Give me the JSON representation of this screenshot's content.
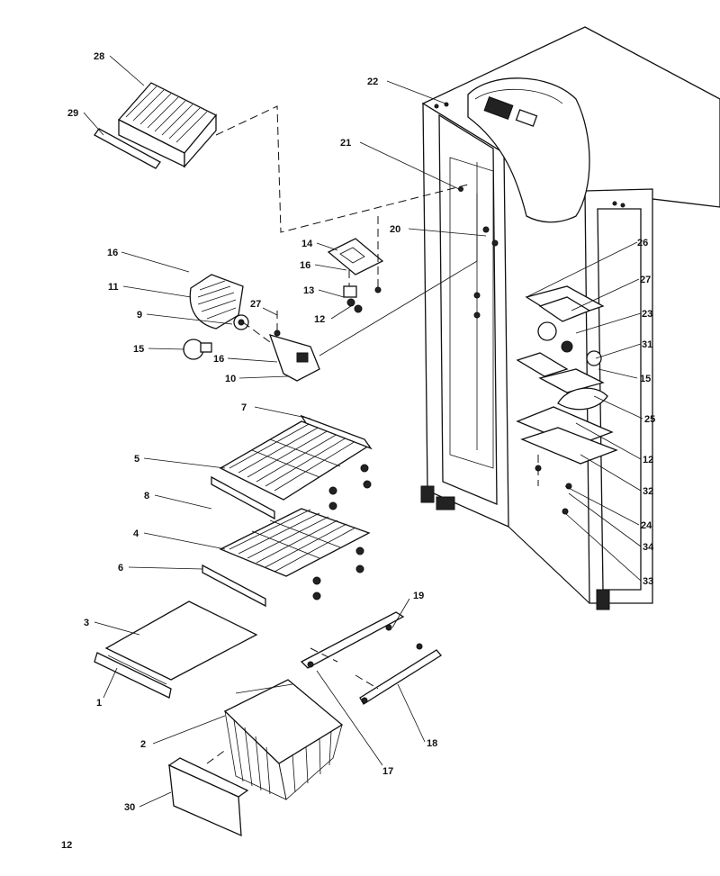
{
  "page_number": "12",
  "callouts": {
    "c28": "28",
    "c29": "29",
    "c22": "22",
    "c21": "21",
    "c20": "20",
    "c14": "14",
    "c16a": "16",
    "c16b": "16",
    "c16c": "16",
    "c11": "11",
    "c13": "13",
    "c27a": "27",
    "c9": "9",
    "c12a": "12",
    "c15a": "15",
    "c10": "10",
    "c26": "26",
    "c27b": "27",
    "c23": "23",
    "c31": "31",
    "c15b": "15",
    "c25": "25",
    "c12b": "12",
    "c7": "7",
    "c5": "5",
    "c8": "8",
    "c4": "4",
    "c6": "6",
    "c32": "32",
    "c24": "24",
    "c34": "34",
    "c33": "33",
    "c19": "19",
    "c3": "3",
    "c1": "1",
    "c2": "2",
    "c17": "17",
    "c18": "18",
    "c30": "30"
  }
}
